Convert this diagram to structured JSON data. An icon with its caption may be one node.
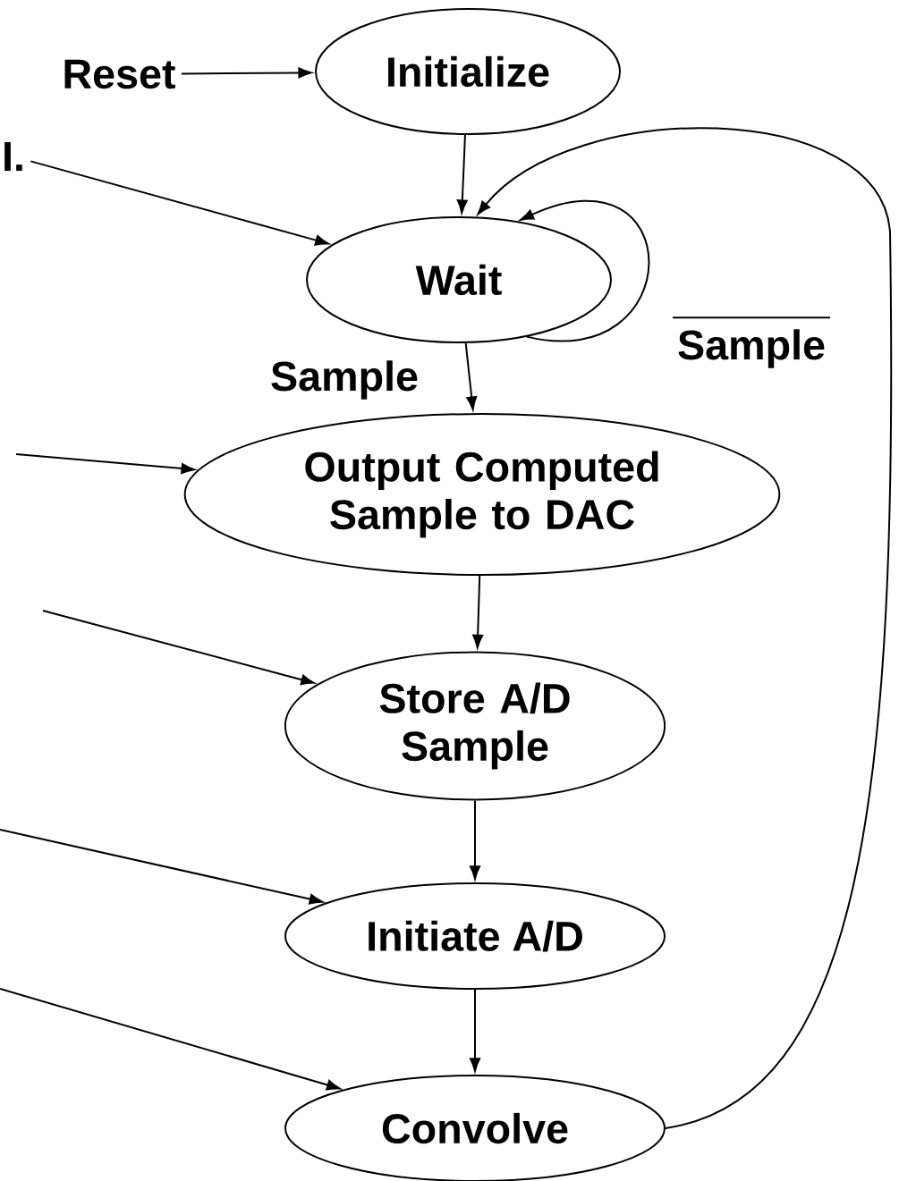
{
  "diagram": {
    "nodes": [
      {
        "text": [
          "Reset"
        ]
      },
      {
        "text": [
          "Initialize"
        ]
      },
      {
        "text": [
          "I."
        ]
      },
      {
        "text": [
          "Wait"
        ]
      },
      {
        "text": [
          "Output Computed Sample to DAC"
        ]
      },
      {
        "text": [
          "Store A/D Sample"
        ]
      },
      {
        "text": [
          "Initiate A/D"
        ]
      },
      {
        "text": [
          "Convolve"
        ]
      }
    ],
    "edges": [
      {
        "from": 0,
        "to": 1,
        "arrow": "to"
      },
      {
        "from": 1,
        "to": 3,
        "arrow": "to"
      },
      {
        "from": 2,
        "to": 3,
        "arrow": "to"
      },
      {
        "from": 3,
        "to": 3,
        "arrow": "to",
        "label": "Sample"
      },
      {
        "from": 3,
        "to": 4,
        "arrow": "to",
        "label": "Sample"
      },
      {
        "from": null,
        "to": 4,
        "arrow": "to"
      },
      {
        "from": 4,
        "to": 5,
        "arrow": "to"
      },
      {
        "from": null,
        "to": 5,
        "arrow": "to"
      },
      {
        "from": 5,
        "to": 6,
        "arrow": "to"
      },
      {
        "from": null,
        "to": 6,
        "arrow": "to"
      },
      {
        "from": 6,
        "to": 7,
        "arrow": "to"
      },
      {
        "from": null,
        "to": 7,
        "arrow": "to"
      },
      {
        "from": 7,
        "to": 3,
        "arrow": "to"
      }
    ]
  }
}
